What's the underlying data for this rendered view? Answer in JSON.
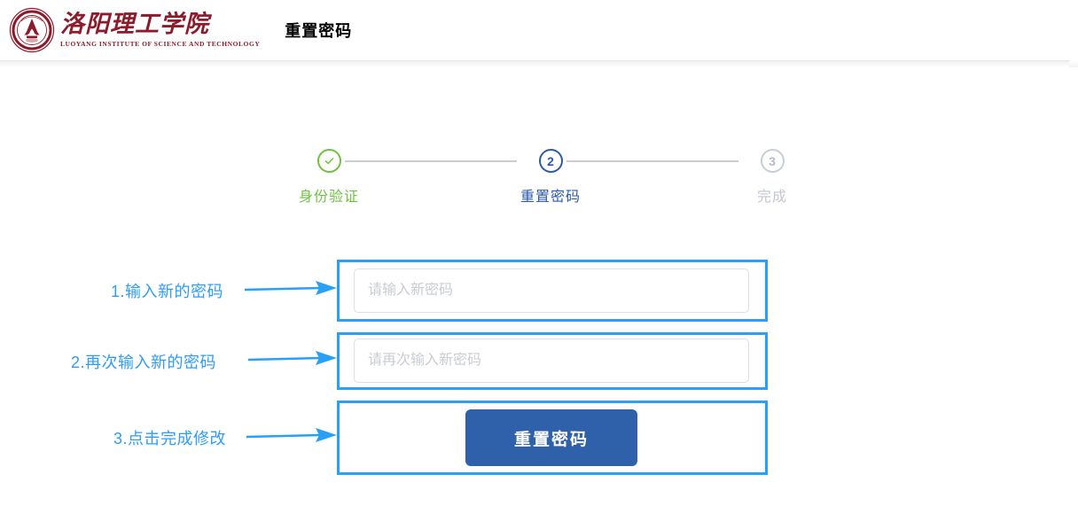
{
  "header": {
    "logo_cn": "洛阳理工学院",
    "logo_en": "LUOYANG INSTITUTE OF SCIENCE AND TECHNOLOGY",
    "logo_icon": "university-crest-icon",
    "title": "重置密码"
  },
  "stepper": {
    "steps": [
      {
        "index": "1",
        "marker": "✓",
        "label": "身份验证",
        "state": "done",
        "color": "#6fc13f"
      },
      {
        "index": "2",
        "marker": "2",
        "label": "重置密码",
        "state": "active",
        "color": "#2b5ba8"
      },
      {
        "index": "3",
        "marker": "3",
        "label": "完成",
        "state": "todo",
        "color": "#c3c7cf"
      }
    ]
  },
  "form": {
    "password_placeholder": "请输入新密码",
    "password_value": "",
    "confirm_placeholder": "请再次输入新密码",
    "confirm_value": "",
    "submit_label": "重置密码",
    "submit_color": "#2f60aa"
  },
  "annotations": {
    "accent_color": "#29a0f7",
    "items": [
      {
        "label": "1.输入新的密码",
        "target": "password-input"
      },
      {
        "label": "2.再次输入新的密码",
        "target": "confirm-password-input"
      },
      {
        "label": "3.点击完成修改",
        "target": "reset-password-button"
      }
    ]
  }
}
